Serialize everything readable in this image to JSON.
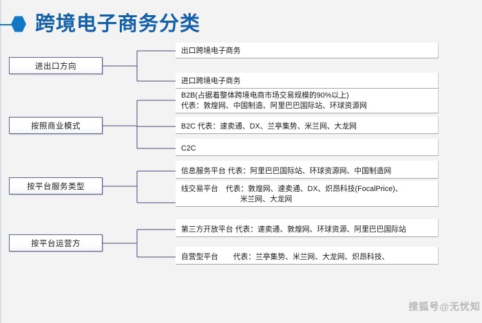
{
  "slide": {
    "title": "跨境电子商务分类",
    "bullet_icon": "hexagon-icon",
    "accent_color": "#1278c4",
    "title_color": "#1360a8",
    "background_color": "#f3f3f3",
    "connector_color": "#4a4a78",
    "node_border_color": "#5b6287",
    "leaf_underline_color": "#a6a6a6"
  },
  "watermark": {
    "text": "搜狐号@无忧知"
  },
  "chart_data": {
    "type": "diagram",
    "title": "跨境电子商务分类",
    "layout": "horizontal-bracket-tree",
    "groups": [
      {
        "id": "g1",
        "label": "进出口方向",
        "children": [
          {
            "line1": "出口跨境电子商务",
            "line2": ""
          },
          {
            "line1": "进口跨境电子商务",
            "line2": ""
          }
        ]
      },
      {
        "id": "g2",
        "label": "按照商业模式",
        "children": [
          {
            "line1": "B2B(占据着整体跨境电商市场交易规模的90%以上)",
            "line2": "代表：敦煌网、中国制造、阿里巴巴国际站、环球资源网"
          },
          {
            "line1": "B2C  代表：速卖通、DX、兰亭集势、米兰网、大龙网",
            "line2": ""
          },
          {
            "line1": "C2C",
            "line2": ""
          }
        ]
      },
      {
        "id": "g3",
        "label": "按平台服务类型",
        "children": [
          {
            "line1": "信息服务平台 代表：阿里巴巴国际站、环球资源网、中国制造网",
            "line2": ""
          },
          {
            "line1": "线交易平台　代表：敦煌网、速卖通、DX、炽昂科技(FocalPrice)、",
            "line2": "米兰网、大龙网"
          }
        ]
      },
      {
        "id": "g4",
        "label": "按平台运营方",
        "children": [
          {
            "line1": "第三方开放平台 代表：速卖通、敦煌网、环球资源、阿里巴巴国际站",
            "line2": ""
          },
          {
            "line1": "自营型平台　　代表：兰亭集势、米兰网、大龙网、炽昂科技、",
            "line2": ""
          }
        ]
      }
    ]
  }
}
